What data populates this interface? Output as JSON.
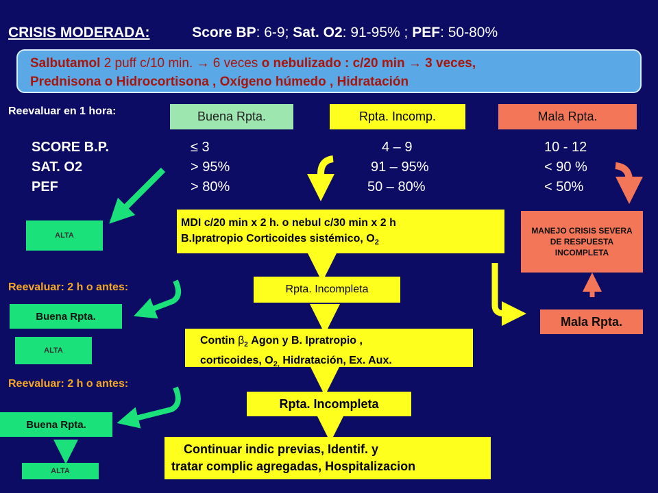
{
  "header": {
    "title": "CRISIS MODERADA:",
    "score_label": "Score BP",
    "score_value": ":  6-9;",
    "sat_label": "Sat. O2",
    "sat_value": ": 91-95% ;",
    "pef_label": "PEF",
    "pef_value": ":  50-80%"
  },
  "treatment": {
    "salbutamol": "Salbutamol",
    "salbutamol_dose": "2 puff c/10 min. → 6 veces",
    "nebulizado": "o nebulizado : c/20 min → 3 veces,",
    "line2": "Prednisona  o Hidrocortisona ,  Oxígeno húmedo ,  Hidratación"
  },
  "reevaluar_1h": "Reevaluar en 1 hora:",
  "responses": {
    "buena": "Buena Rpta.",
    "incomp": "Rpta. Incomp.",
    "mala": "Mala  Rpta."
  },
  "criteria": {
    "labels": [
      "SCORE B.P.",
      "SAT. O2",
      "PEF"
    ],
    "buena": [
      "≤ 3",
      "> 95%",
      "> 80%"
    ],
    "incomp": [
      "4 – 9",
      "91 –  95%",
      "50 –  80%"
    ],
    "mala": [
      "10 - 12",
      "< 90 %",
      "< 50%"
    ]
  },
  "alta": "ALTA",
  "mdi": {
    "line1": "MDI c/20 min x 2 h. o nebul c/30 min x 2 h",
    "line2": "B.Ipratropio  Corticoides sistémico, O",
    "line2_sub": "2"
  },
  "manejo": "MANEJO CRISIS SEVERA DE RESPUESTA INCOMPLETA",
  "reevaluar_2h": "Reevaluar: 2 h o antes:",
  "rpta_incompleta": "Rpta. Incompleta",
  "mala_rpta": "Mala  Rpta.",
  "contin": {
    "p1": "Contin ",
    "beta": "β",
    "beta_sub": "2",
    "p2": " Agon y B. Ipratropio ,",
    "line2a": "corticoides, O",
    "line2_sub": "2,",
    "line2b": "  Hidratación, Ex. Aux."
  },
  "continuar": {
    "line1": "Continuar  indic  previas,  Identif.  y",
    "line2": "tratar  complic  agregadas,  Hospitalizacion"
  },
  "colors": {
    "background": "#0c0c64",
    "arrow_green": "#1ae17a",
    "arrow_yellow": "#ffff1e",
    "arrow_salmon": "#f47658",
    "buena_box": "#9ee6b0"
  }
}
